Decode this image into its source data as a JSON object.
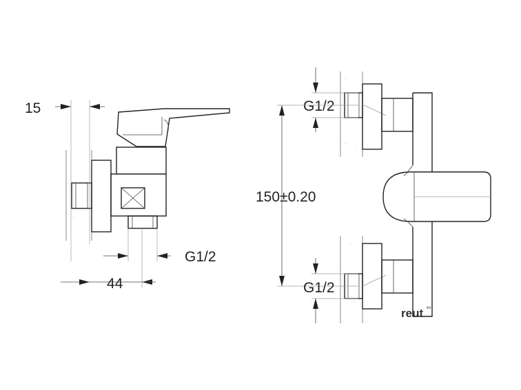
{
  "dimensions": {
    "depth_top": "15",
    "outlet_thread": "G1/2",
    "depth_bottom": "44",
    "center_distance": "150±0.20",
    "inlet_thread_top": "G1/2",
    "inlet_thread_bottom": "G1/2"
  },
  "logo": {
    "brand": "reut",
    "mark": "ex"
  }
}
